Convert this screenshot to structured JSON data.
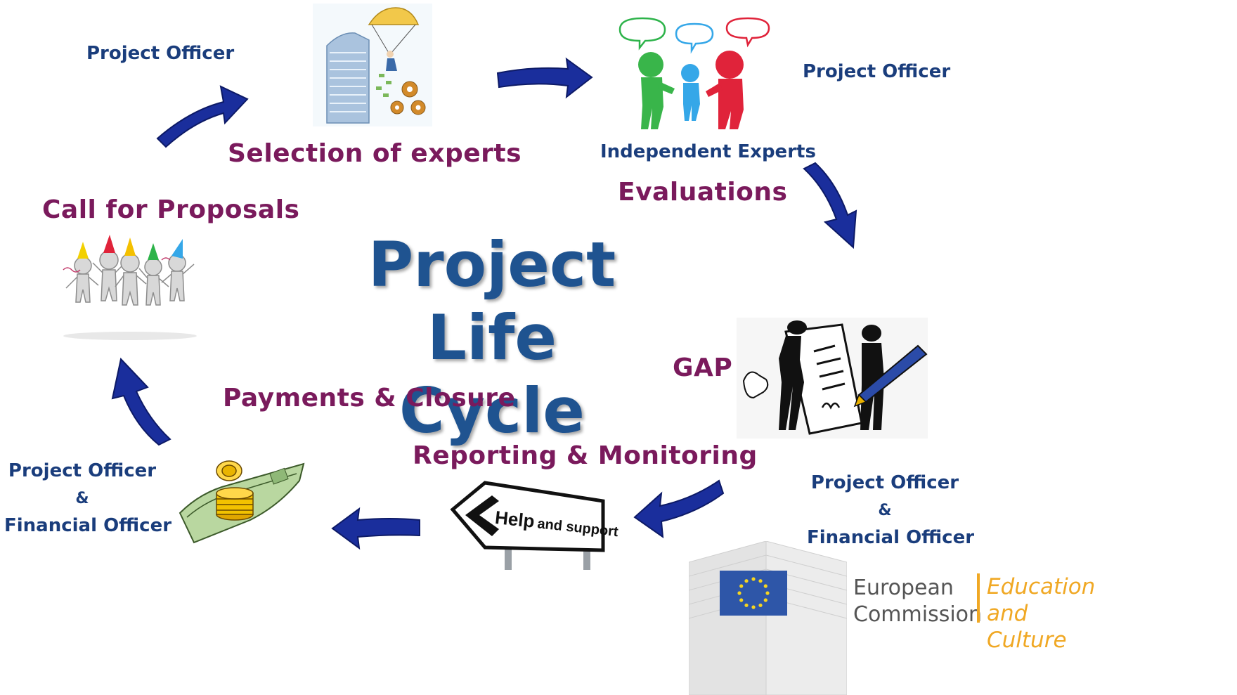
{
  "title": {
    "line1": "Project",
    "line2": "Life Cycle"
  },
  "stages": {
    "call": "Call for Proposals",
    "selection": "Selection of experts",
    "evaluations": "Evaluations",
    "gap": "GAP",
    "reporting": "Reporting & Monitoring",
    "payments": "Payments & Closure"
  },
  "roles": {
    "selection_role": "Project Officer",
    "evaluation_role_1": "Project Officer",
    "evaluation_role_2": "Independent Experts",
    "reporting_role": {
      "line1": "Project Officer",
      "line2": "&",
      "line3": "Financial Officer"
    },
    "payments_role": {
      "line1": "Project Officer",
      "line2": "&",
      "line3": "Financial Officer"
    }
  },
  "sign_text": {
    "help": "Help",
    "and_support": "and support"
  },
  "logo": {
    "org_line1": "European",
    "org_line2": "Commission",
    "dg_line1": "Education",
    "dg_line2": "and Culture"
  },
  "colors": {
    "stage_label": "#7a1a5c",
    "role_text": "#1a3d7c",
    "title": "#1f5390",
    "arrow": "#1a2e9c",
    "eu_blue": "#2e56a8",
    "eu_gold": "#f0a824"
  }
}
